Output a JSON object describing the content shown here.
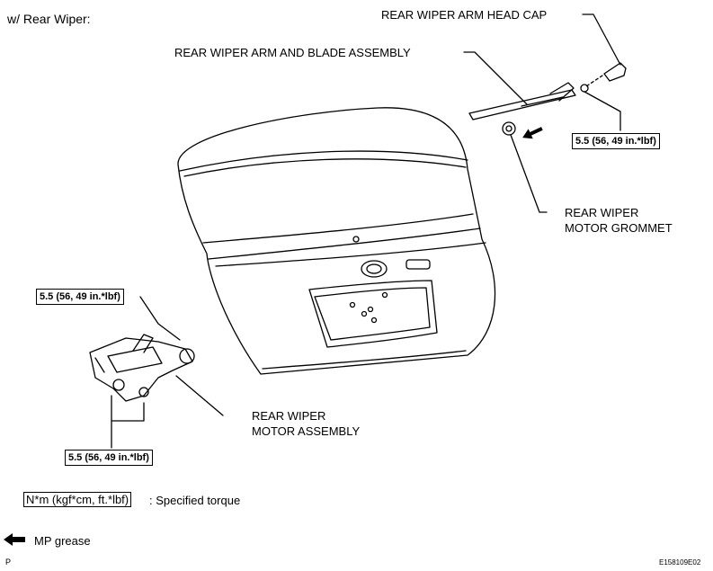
{
  "header": {
    "title": "w/ Rear Wiper:"
  },
  "labels": {
    "head_cap": "REAR WIPER ARM HEAD CAP",
    "arm_blade": "REAR WIPER ARM AND BLADE ASSEMBLY",
    "grommet_line1": "REAR WIPER",
    "grommet_line2": "MOTOR GROMMET",
    "motor_line1": "REAR WIPER",
    "motor_line2": "MOTOR ASSEMBLY"
  },
  "torques": {
    "arm_nut": "5.5 (56, 49 in.*lbf)",
    "motor_top": "5.5 (56, 49 in.*lbf)",
    "motor_bottom": "5.5 (56, 49 in.*lbf)"
  },
  "legend": {
    "torque_box": "N*m (kgf*cm, ft.*lbf)",
    "torque_desc": ": Specified torque",
    "grease": "MP grease"
  },
  "footer": {
    "left_mark": "P",
    "figure_id": "E158109E02"
  }
}
